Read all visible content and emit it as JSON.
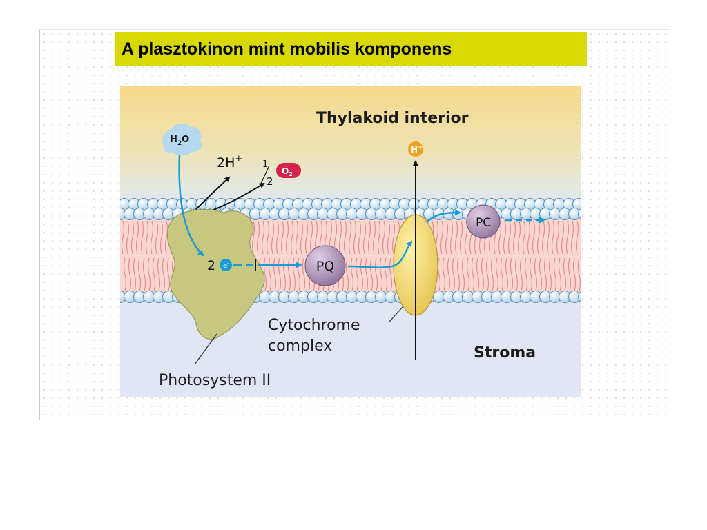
{
  "slide": {
    "title": "A plasztokinon mint mobilis komponens"
  },
  "diagram": {
    "regions": {
      "interior": "Thylakoid interior",
      "stroma": "Stroma"
    },
    "molecules": {
      "water": {
        "main": "H",
        "sub": "2",
        "end": "O"
      },
      "protons": {
        "main": "2H",
        "sup": "+"
      },
      "half_num": "1",
      "half_den": "2",
      "oxygen": {
        "main": "O",
        "sub": "2"
      },
      "electrons": {
        "count": "2",
        "symbol": "e",
        "sup": "-"
      },
      "pumped_proton": {
        "main": "H",
        "sup": "+"
      },
      "plastoquinone": "PQ",
      "plastocyanin": "PC"
    },
    "components": {
      "cytochrome_line1": "Cytochrome",
      "cytochrome_line2": "complex",
      "photosystem": "Photosystem II"
    }
  },
  "colors": {
    "title_bg": "#d8d804",
    "interior_top": "#f7d98a",
    "interior_bottom": "#dfe9f0",
    "stroma": "#e1e6f4",
    "lipid_head": "#c4e0f0",
    "lipid_tail": "#f9d6d0",
    "photosystem": "#c6c882",
    "cytochrome": "#ecd062",
    "pq_pc": "#a88fb0",
    "arrow": "#1a9ad6",
    "oxygen": "#d4244c",
    "proton": "#f0a21a",
    "water": "#b5d8ee"
  }
}
